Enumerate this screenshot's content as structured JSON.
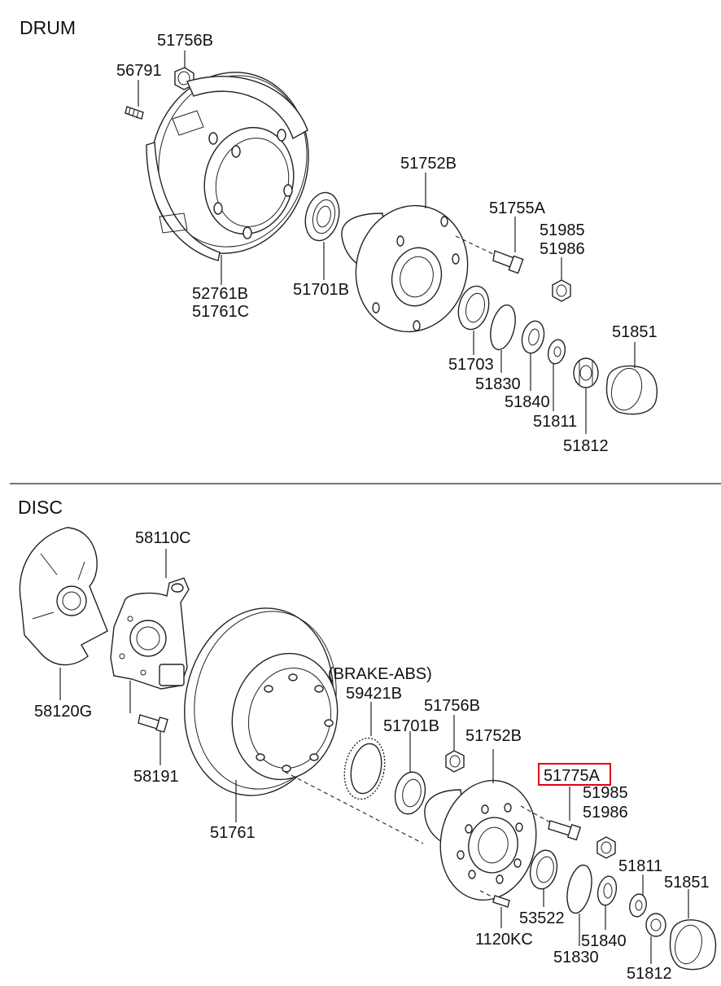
{
  "sections": {
    "drum_title": "DRUM",
    "disc_title": "DISC"
  },
  "drum_labels": {
    "p51756B": "51756B",
    "p56791": "56791",
    "p51752B": "51752B",
    "p51755A": "51755A",
    "p51985": "51985",
    "p51986": "51986",
    "p52761B": "52761B",
    "p51761C": "51761C",
    "p51701B": "51701B",
    "p51851": "51851",
    "p51703": "51703",
    "p51830": "51830",
    "p51840": "51840",
    "p51811": "51811",
    "p51812": "51812"
  },
  "disc_labels": {
    "p58110C": "58110C",
    "p58120G": "58120G",
    "p58191": "58191",
    "brake_abs": "(BRAKE-ABS)",
    "p59421B": "59421B",
    "p51756B": "51756B",
    "p51701B": "51701B",
    "p51752B": "51752B",
    "p51775A": "51775A",
    "p51985": "51985",
    "p51986": "51986",
    "p51761": "51761",
    "p51811": "51811",
    "p51851": "51851",
    "p53522": "53522",
    "p1120KC": "1120KC",
    "p51840": "51840",
    "p51830": "51830",
    "p51812": "51812"
  },
  "highlight": {
    "part": "51775A",
    "color": "#e0001b"
  }
}
